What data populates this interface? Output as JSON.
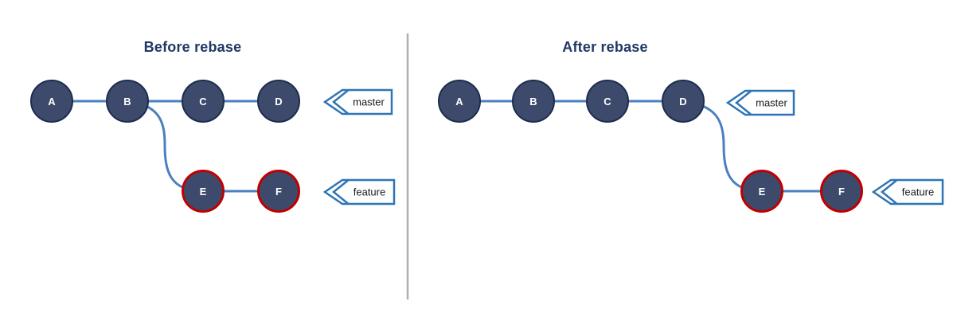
{
  "panels": [
    {
      "title": "Before rebase",
      "nodes": [
        {
          "label": "A"
        },
        {
          "label": "B"
        },
        {
          "label": "C"
        },
        {
          "label": "D"
        },
        {
          "label": "E"
        },
        {
          "label": "F"
        }
      ],
      "branch_labels": [
        {
          "label": "master"
        },
        {
          "label": "feature"
        }
      ]
    },
    {
      "title": "After rebase",
      "nodes": [
        {
          "label": "A"
        },
        {
          "label": "B"
        },
        {
          "label": "C"
        },
        {
          "label": "D"
        },
        {
          "label": "E"
        },
        {
          "label": "F"
        }
      ],
      "branch_labels": [
        {
          "label": "master"
        },
        {
          "label": "feature"
        }
      ]
    }
  ],
  "colors": {
    "commit_fill": "#3e4a6b",
    "commit_border": "#1d2d4d",
    "feature_commit_border": "#c00000",
    "edge_line": "#4a80c1",
    "branch_tag_border": "#2e75b5",
    "branch_tag_text": "#1a1a1a",
    "commit_text": "#ffffff",
    "title_text": "#1f3864",
    "divider": "#b0b0b0"
  }
}
